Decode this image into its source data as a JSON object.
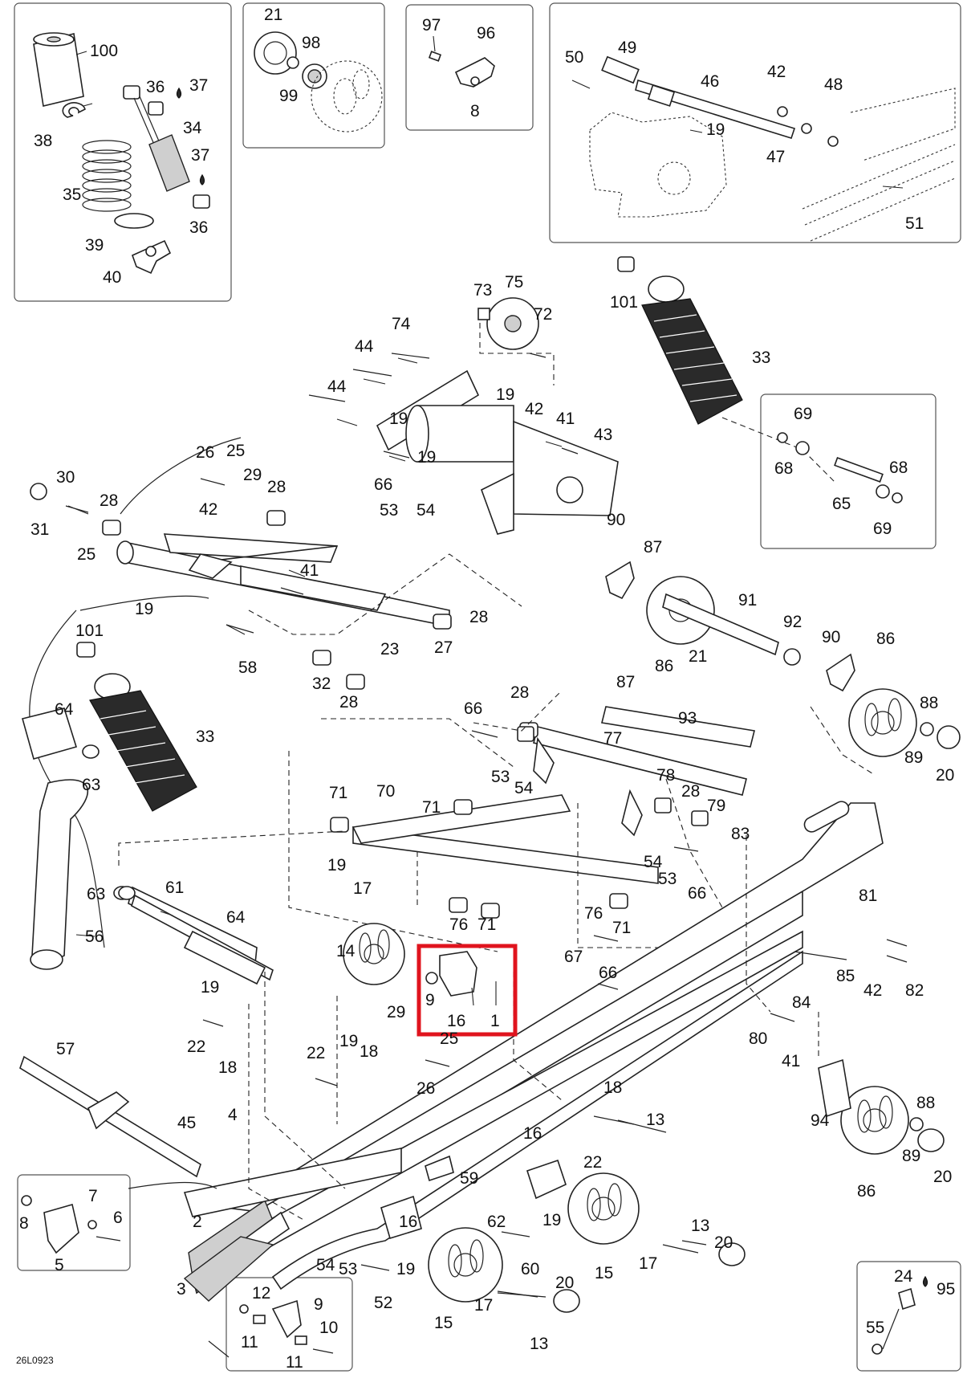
{
  "diagram_code": "26L0923",
  "highlight_color": "#e0141e",
  "callouts": {
    "c100": "100",
    "c36a": "36",
    "c37a": "37",
    "c38": "38",
    "c34": "34",
    "c37b": "37",
    "c35": "35",
    "c39": "39",
    "c36b": "36",
    "c40": "40",
    "c21a": "21",
    "c98": "98",
    "c99": "99",
    "c97": "97",
    "c96": "96",
    "c8a": "8",
    "c50": "50",
    "c49": "49",
    "c46": "46",
    "c42a": "42",
    "c48": "48",
    "c19a": "19",
    "c47": "47",
    "c51": "51",
    "c73": "73",
    "c75": "75",
    "c72": "72",
    "c74": "74",
    "c44a": "44",
    "c44b": "44",
    "c19b": "19",
    "c19c": "19",
    "c42b": "42",
    "c41a": "41",
    "c43": "43",
    "c19d": "19",
    "c66a": "66",
    "c53a": "53",
    "c54a": "54",
    "c101a": "101",
    "c33a": "33",
    "c69a": "69",
    "c68a": "68",
    "c68b": "68",
    "c65": "65",
    "c69b": "69",
    "c26a": "26",
    "c25a": "25",
    "c29a": "29",
    "c28a": "28",
    "c30": "30",
    "c28b": "28",
    "c31": "31",
    "c25b": "25",
    "c42c": "42",
    "c41b": "41",
    "c19e": "19",
    "c28c": "28",
    "c23": "23",
    "c27": "27",
    "c58": "58",
    "c32": "32",
    "c28d": "28",
    "c90a": "90",
    "c87a": "87",
    "c91": "91",
    "c92": "92",
    "c21b": "21",
    "c86a": "86",
    "c90b": "90",
    "c86b": "86",
    "c88a": "88",
    "c89a": "89",
    "c20a": "20",
    "c101b": "101",
    "c64a": "64",
    "c33b": "33",
    "c63a": "63",
    "c66b": "66",
    "c28e": "28",
    "c87b": "87",
    "c93": "93",
    "c77": "77",
    "c53b": "53",
    "c54b": "54",
    "c78": "78",
    "c28f": "28",
    "c79": "79",
    "c83": "83",
    "c71a": "71",
    "c70": "70",
    "c71b": "71",
    "c54c": "54",
    "c53c": "53",
    "c66c": "66",
    "c19f": "19",
    "c17a": "17",
    "c76a": "76",
    "c71c": "71",
    "c76b": "76",
    "c71d": "71",
    "c14": "14",
    "c67": "67",
    "c66d": "66",
    "c63b": "63",
    "c61": "61",
    "c64b": "64",
    "c56": "56",
    "c9a": "9",
    "c16a": "16",
    "c1": "1",
    "c81": "81",
    "c85": "85",
    "c84": "84",
    "c42d": "42",
    "c82": "82",
    "c19g": "19",
    "c22a": "22",
    "c18a": "18",
    "c29b": "29",
    "c25c": "25",
    "c22b": "22",
    "c19h": "19",
    "c18b": "18",
    "c26b": "26",
    "c80": "80",
    "c41c": "41",
    "c94": "94",
    "c88b": "88",
    "c89b": "89",
    "c86c": "86",
    "c20b": "20",
    "c57": "57",
    "c45": "45",
    "c4": "4",
    "c18c": "18",
    "c13a": "13",
    "c22c": "22",
    "c16b": "16",
    "c59": "59",
    "c16c": "16",
    "c62": "62",
    "c19i": "19",
    "c60": "60",
    "c13b": "13",
    "c20c": "20",
    "c15a": "15",
    "c17b": "17",
    "c54d": "54",
    "c53d": "53",
    "c19j": "19",
    "c52": "52",
    "c15b": "15",
    "c17c": "17",
    "c13c": "13",
    "c20d": "20",
    "c8b": "8",
    "c7": "7",
    "c6": "6",
    "c5": "5",
    "c2": "2",
    "c3": "3",
    "c12": "12",
    "c9b": "9",
    "c10": "10",
    "c11a": "11",
    "c11b": "11",
    "c24": "24",
    "c95": "95",
    "c55": "55"
  }
}
